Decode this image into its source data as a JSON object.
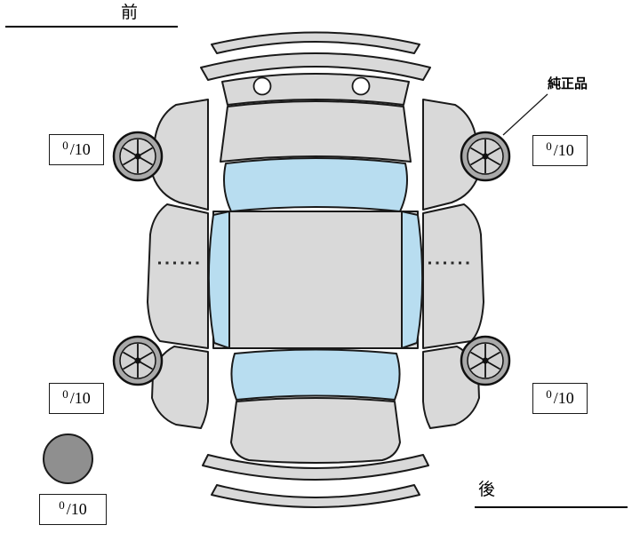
{
  "labels": {
    "front": "前",
    "rear": "後",
    "genuine_part": "純正品"
  },
  "tires": {
    "front_left": {
      "value": "0",
      "denominator": "/10"
    },
    "front_right": {
      "value": "0",
      "denominator": "/10"
    },
    "rear_left": {
      "value": "0",
      "denominator": "/10"
    },
    "rear_right": {
      "value": "0",
      "denominator": "/10"
    },
    "spare": {
      "value": "0",
      "denominator": "/10"
    }
  },
  "colors": {
    "body": "#d9d9d9",
    "glass": "#b8ddf0",
    "tire": "#a9a9a9",
    "rim": "#d2d2d2",
    "spare_tire": "#8f8f8f",
    "outline": "#1a1a1a",
    "background": "#ffffff"
  }
}
